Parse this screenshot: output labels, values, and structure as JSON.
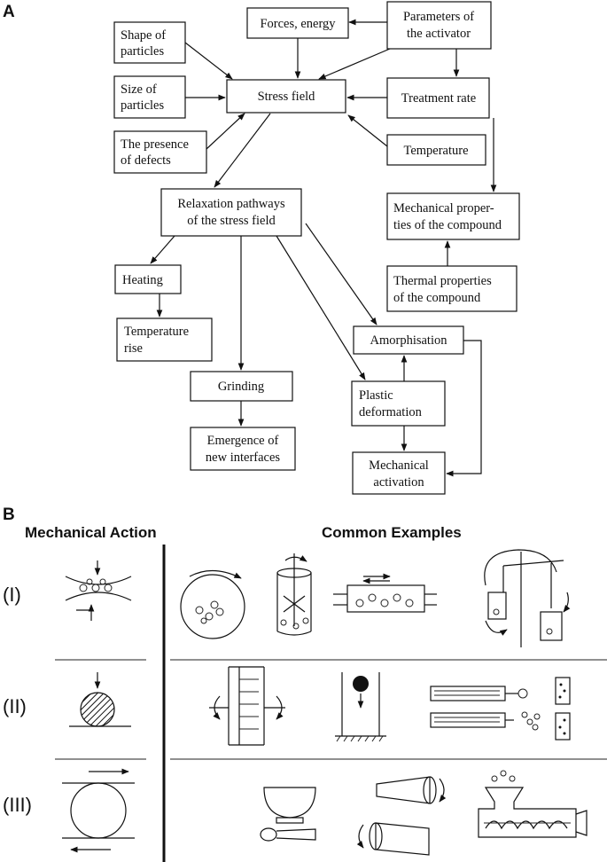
{
  "panel_a": {
    "label": "A",
    "nodes": {
      "forces": [
        "Forces, energy"
      ],
      "params": [
        "Parameters of",
        "the activator"
      ],
      "shape": [
        "Shape of",
        "particles"
      ],
      "size": [
        "Size of",
        "particles"
      ],
      "stress": [
        "Stress field"
      ],
      "treatment": [
        "Treatment rate"
      ],
      "defects": [
        "The presence",
        "of defects"
      ],
      "temperature": [
        "Temperature"
      ],
      "relaxation": [
        "Relaxation pathways",
        "of the stress field"
      ],
      "mechprops": [
        "Mechanical proper-",
        "ties of the compound"
      ],
      "heating": [
        "Heating"
      ],
      "thermalprops": [
        "Thermal properties",
        "of the compound"
      ],
      "temprise": [
        "Temperature",
        "rise"
      ],
      "amorph": [
        "Amorphisation"
      ],
      "grinding": [
        "Grinding"
      ],
      "plastic": [
        "Plastic",
        "deformation"
      ],
      "interfaces": [
        "Emergence of",
        "new interfaces"
      ],
      "activation": [
        "Mechanical",
        "activation"
      ]
    }
  },
  "panel_b": {
    "label": "B",
    "col_mechanical": "Mechanical Action",
    "col_examples": "Common Examples",
    "rows": [
      "(I)",
      "(II)",
      "(III)"
    ]
  }
}
